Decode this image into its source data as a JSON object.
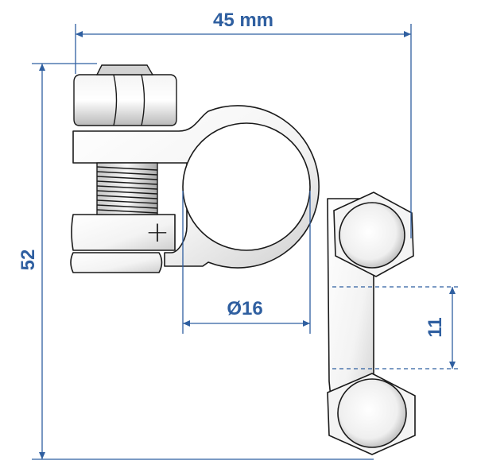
{
  "dimensions": {
    "width_label": "45 mm",
    "height_label": "52",
    "bore_label": "Ø16",
    "slot_label": "11"
  },
  "markings": {
    "polarity": "+"
  },
  "colors": {
    "dimension": "#2f5fa0",
    "outline": "#1a1a1a",
    "metal_light": "#ffffff",
    "metal_mid": "#d6d6d6",
    "metal_dark": "#8a8a8a",
    "background": "#ffffff"
  },
  "icons": {
    "arrow": "dimension-arrowhead"
  }
}
